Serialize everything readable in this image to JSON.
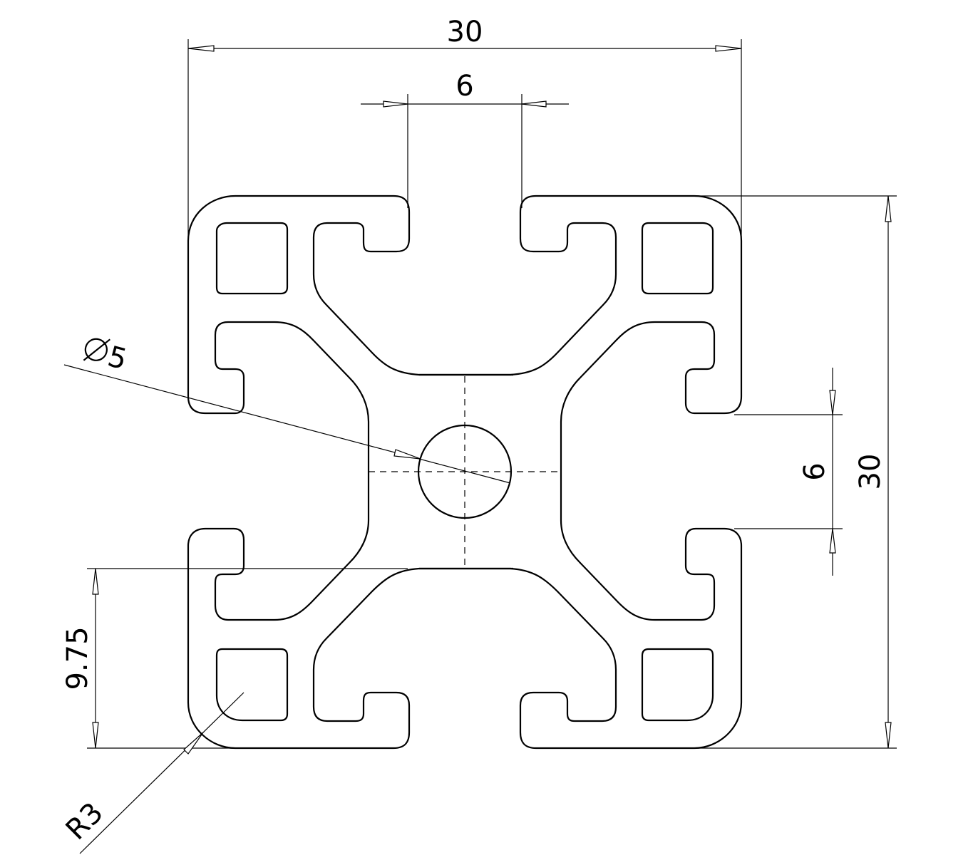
{
  "dimensions": {
    "overall_width": "30",
    "slot_width": "6",
    "overall_height": "30",
    "side_slot_width": "6",
    "bore_diameter": "5",
    "offset": "9.75",
    "corner_radius": "R3"
  },
  "icons": {
    "diameter_symbol": "diameter-symbol-icon"
  }
}
